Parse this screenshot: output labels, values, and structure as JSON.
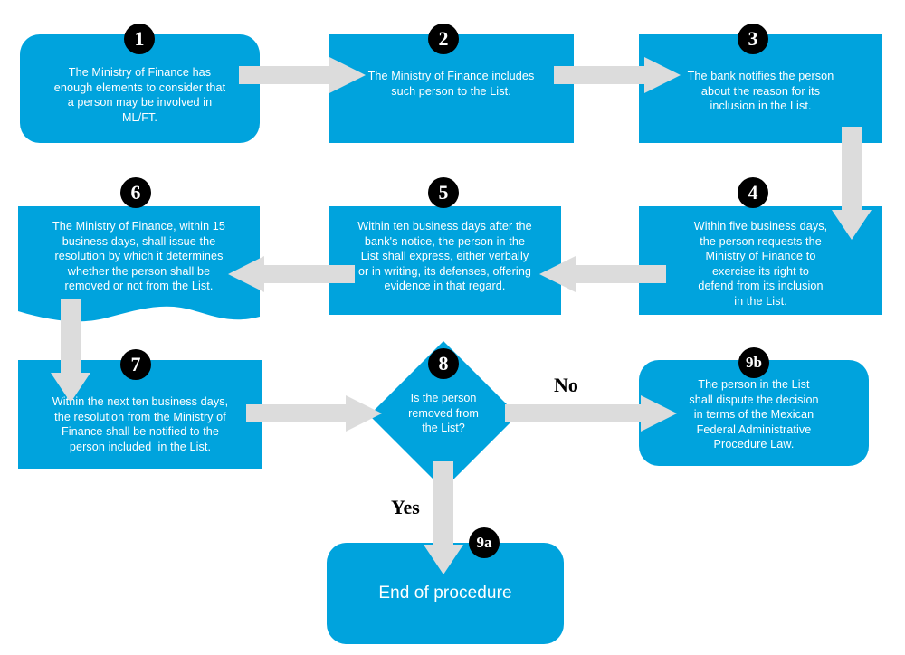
{
  "diagram": {
    "title": "ML/FT List inclusion and dispute procedure flowchart",
    "colors": {
      "node_fill": "#00A3DD",
      "arrow_fill": "#DCDCDC",
      "badge_fill": "#000000",
      "node_text": "#FFFFFF",
      "label_text": "#000000",
      "background": "#FFFFFF"
    },
    "nodes": [
      {
        "id": "step-1",
        "badge": "1",
        "shape": "rounded-rectangle",
        "text": "The Ministry of Finance has\nenough elements to consider that\na person may be involved in\nML/FT."
      },
      {
        "id": "step-2",
        "badge": "2",
        "shape": "rectangle",
        "text": "The Ministry of Finance includes\nsuch person to the List."
      },
      {
        "id": "step-3",
        "badge": "3",
        "shape": "rectangle",
        "text": "The bank notifies the person\nabout the reason for its\ninclusion in the List."
      },
      {
        "id": "step-4",
        "badge": "4",
        "shape": "rectangle",
        "text": "Within five business days,\nthe person requests the\nMinistry of Finance to\nexercise its right to\ndefend from its inclusion\nin the List."
      },
      {
        "id": "step-5",
        "badge": "5",
        "shape": "rectangle",
        "text": "Within ten business days after the\nbank's notice, the person in the\nList shall express, either verbally\nor in writing, its defenses, offering\nevidence in that regard."
      },
      {
        "id": "step-6",
        "badge": "6",
        "shape": "wavy-bottom-rectangle",
        "text": "The Ministry of Finance, within 15\nbusiness days, shall issue the\nresolution by which it determines\nwhether the person shall be\nremoved or not from the List."
      },
      {
        "id": "step-7",
        "badge": "7",
        "shape": "rectangle",
        "text": "Within the next ten business days,\nthe resolution from the Ministry of\nFinance shall be notified to the\nperson included  in the List."
      },
      {
        "id": "step-8",
        "badge": "8",
        "shape": "diamond",
        "text": "Is the person\nremoved from\nthe List?"
      },
      {
        "id": "step-9a",
        "badge": "9a",
        "shape": "rounded-rectangle",
        "text": "End of procedure"
      },
      {
        "id": "step-9b",
        "badge": "9b",
        "shape": "rounded-rectangle",
        "text": "The person in the List\nshall dispute the decision\nin terms of the Mexican\nFederal Administrative\nProcedure Law."
      }
    ],
    "branch_labels": {
      "no": "No",
      "yes": "Yes"
    },
    "edges": [
      {
        "from": "step-1",
        "to": "step-2",
        "direction": "right",
        "label": ""
      },
      {
        "from": "step-2",
        "to": "step-3",
        "direction": "right",
        "label": ""
      },
      {
        "from": "step-3",
        "to": "step-4",
        "direction": "down",
        "label": ""
      },
      {
        "from": "step-4",
        "to": "step-5",
        "direction": "left",
        "label": ""
      },
      {
        "from": "step-5",
        "to": "step-6",
        "direction": "left",
        "label": ""
      },
      {
        "from": "step-6",
        "to": "step-7",
        "direction": "down",
        "label": ""
      },
      {
        "from": "step-7",
        "to": "step-8",
        "direction": "right",
        "label": ""
      },
      {
        "from": "step-8",
        "to": "step-9b",
        "direction": "right",
        "label": "No"
      },
      {
        "from": "step-8",
        "to": "step-9a",
        "direction": "down",
        "label": "Yes"
      }
    ]
  }
}
